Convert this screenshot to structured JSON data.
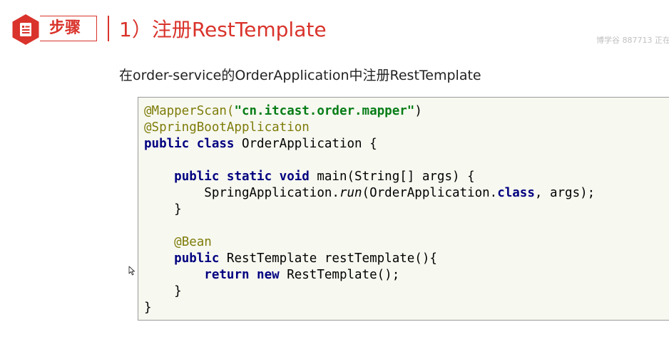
{
  "header": {
    "step_label": "步骤",
    "title": "1）注册RestTemplate",
    "watermark": "博学谷 887713 正在"
  },
  "description": "在order-service的OrderApplication中注册RestTemplate",
  "code": {
    "language": "java",
    "lines": [
      [
        {
          "t": "@MapperScan(",
          "c": "ann"
        },
        {
          "t": "\"cn.itcast.order.mapper\"",
          "c": "str"
        },
        {
          "t": ")",
          "c": ""
        }
      ],
      [
        {
          "t": "@SpringBootApplication",
          "c": "ann"
        }
      ],
      [
        {
          "t": "public class",
          "c": "kw"
        },
        {
          "t": " OrderApplication {",
          "c": ""
        }
      ],
      [],
      [
        {
          "t": "    ",
          "c": ""
        },
        {
          "t": "public static void",
          "c": "kw"
        },
        {
          "t": " main(String[] args) {",
          "c": ""
        }
      ],
      [
        {
          "t": "        SpringApplication.",
          "c": ""
        },
        {
          "t": "run",
          "c": "it"
        },
        {
          "t": "(OrderApplication.",
          "c": ""
        },
        {
          "t": "class",
          "c": "kw"
        },
        {
          "t": ", args);",
          "c": ""
        }
      ],
      [
        {
          "t": "    }",
          "c": ""
        }
      ],
      [],
      [
        {
          "t": "    ",
          "c": ""
        },
        {
          "t": "@Bean",
          "c": "ann"
        }
      ],
      [
        {
          "t": "    ",
          "c": ""
        },
        {
          "t": "public",
          "c": "kw"
        },
        {
          "t": " RestTemplate restTemplate(){",
          "c": ""
        }
      ],
      [
        {
          "t": "        ",
          "c": ""
        },
        {
          "t": "return new",
          "c": "kw"
        },
        {
          "t": " RestTemplate();",
          "c": ""
        }
      ],
      [
        {
          "t": "    }",
          "c": ""
        }
      ],
      [
        {
          "t": "}",
          "c": ""
        }
      ]
    ]
  },
  "colors": {
    "accent": "#d9332b",
    "annotation": "#7e7c0a",
    "string": "#067d17",
    "keyword": "#000080",
    "code_background": "#f7f8f0"
  },
  "icons": [
    "document-icon",
    "mouse-cursor-icon"
  ]
}
